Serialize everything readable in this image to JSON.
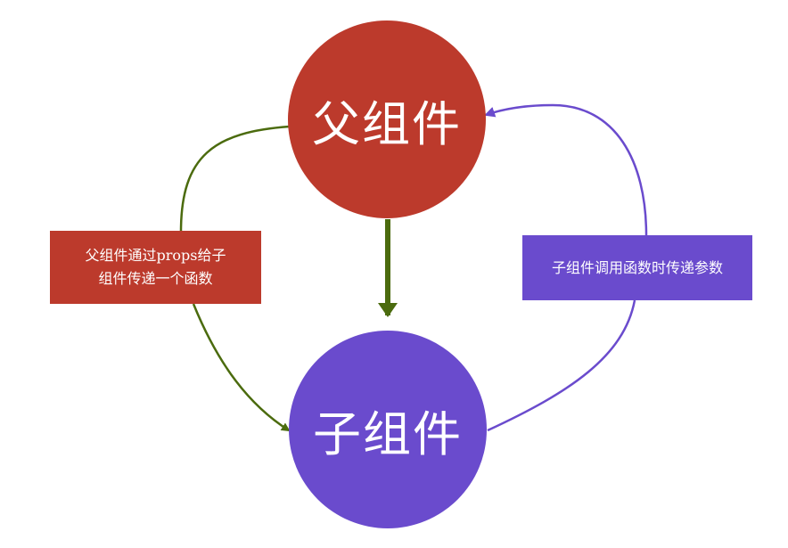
{
  "parent_node": {
    "label": "父组件",
    "color": "#bc3a2c"
  },
  "child_node": {
    "label": "子组件",
    "color": "#6a4bcd"
  },
  "props_edge": {
    "label": "父组件通过props给子\n组件传递一个函数",
    "box_color": "#bc3a2c",
    "arrow_color": "#4b6b0e"
  },
  "callback_edge": {
    "label": "子组件调用函数时传递参数",
    "box_color": "#6a4bcd",
    "arrow_color": "#6a4bcd"
  },
  "direct_edge": {
    "arrow_color": "#4b6b0e"
  }
}
